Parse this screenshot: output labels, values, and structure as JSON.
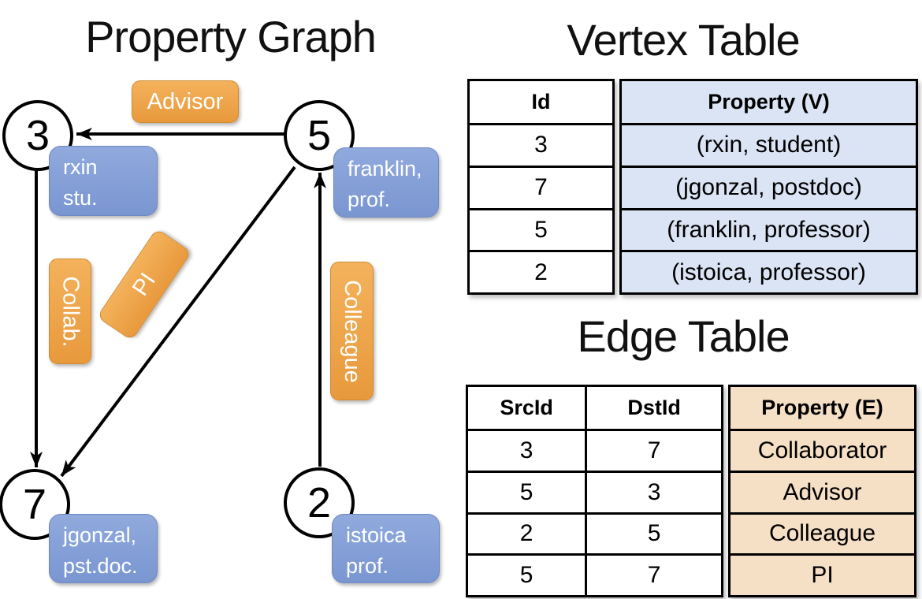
{
  "graph": {
    "title": "Property Graph",
    "nodes": [
      {
        "id": "3",
        "line1": "rxin",
        "line2": "stu."
      },
      {
        "id": "5",
        "line1": "franklin,",
        "line2": "prof."
      },
      {
        "id": "7",
        "line1": "jgonzal,",
        "line2": "pst.doc."
      },
      {
        "id": "2",
        "line1": "istoica",
        "line2": "prof."
      }
    ],
    "edge_labels": {
      "advisor": "Advisor",
      "collab": "Collab.",
      "pi": "PI",
      "colleague": "Colleague"
    }
  },
  "vertex_table": {
    "title": "Vertex Table",
    "headers": {
      "id": "Id",
      "property": "Property (V)"
    },
    "rows": [
      [
        "3",
        "(rxin, student)"
      ],
      [
        "7",
        "(jgonzal, postdoc)"
      ],
      [
        "5",
        "(franklin, professor)"
      ],
      [
        "2",
        "(istoica, professor)"
      ]
    ]
  },
  "edge_table": {
    "title": "Edge Table",
    "headers": {
      "src": "SrcId",
      "dst": "DstId",
      "property": "Property (E)"
    },
    "rows": [
      [
        "3",
        "7",
        "Collaborator"
      ],
      [
        "5",
        "3",
        "Advisor"
      ],
      [
        "2",
        "5",
        "Colleague"
      ],
      [
        "5",
        "7",
        "PI"
      ]
    ]
  },
  "colors": {
    "edge_label_fill_top": "#f4b25c",
    "edge_label_fill_bottom": "#e8993c",
    "vertex_box_fill_top": "#90aadd",
    "vertex_box_fill_bottom": "#7a96d1",
    "vertex_table_tint": "#dbe4f4",
    "edge_table_tint": "#f5dfc5",
    "line_color": "#000000"
  }
}
